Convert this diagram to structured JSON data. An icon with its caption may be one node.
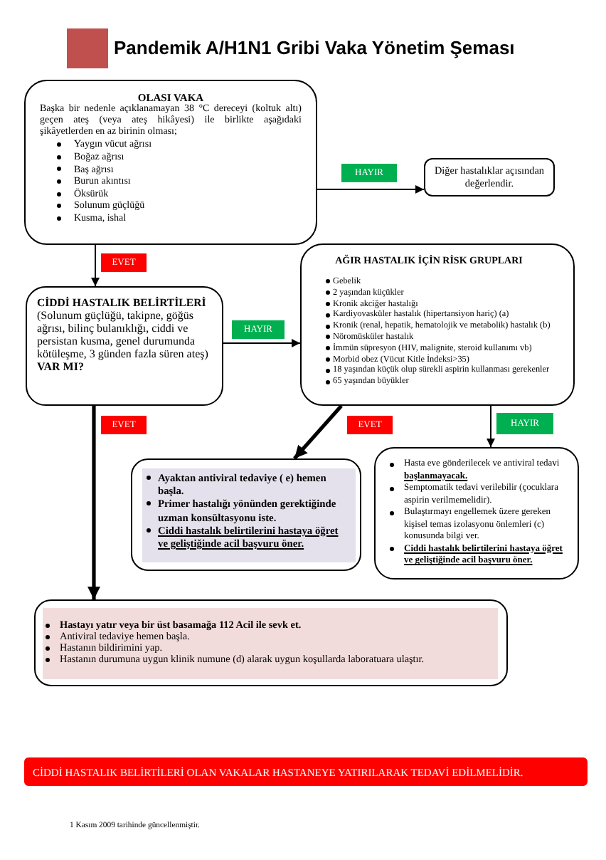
{
  "diagram": {
    "title": "Pandemik A/H1N1 Gribi Vaka Yönetim Şeması",
    "nodes": [
      {
        "text": [
          "OLASI VAKA",
          "Başka bir nedenle açıklanamayan 38 °C dereceyi (koltuk altı) geçen ateş (veya ateş hikâyesi) ile birlikte aşağıdaki şikâyetlerden en az birinin olması;",
          "Yaygın vücut ağrısı",
          "Boğaz ağrısı",
          "Baş ağrısı",
          "Burun akıntısı",
          "Öksürük",
          "Solunum güçlüğü",
          "Kusma, ishal"
        ]
      },
      {
        "text": [
          "Diğer hastalıklar açısından değerlendir."
        ]
      },
      {
        "text": [
          "CİDDİ HASTALIK BELİRTİLERİ",
          "(Solunum güçlüğü, takipne, göğüs ağrısı, bilinç bulanıklığı, ciddi ve persistan kusma, genel durumunda kötüleşme, 3 günden fazla süren ateş)",
          "VAR MI?"
        ]
      },
      {
        "text": [
          "AĞIR HASTALIK İÇİN RİSK GRUPLARI",
          "Gebelik",
          "2 yaşından küçükler",
          "Kronik akciğer hastalığı",
          "Kardiyovasküler hastalık (hipertansiyon hariç) (a)",
          "Kronik (renal, hepatik, hematolojik ve metabolik) hastalık (b)",
          "Nöromüsküler hastalık",
          "İmmün süpresyon (HIV, malignite, steroid kullanımı vb)",
          "Morbid obez (Vücut Kitle İndeksi>35)",
          "18 yaşından küçük olup sürekli aspirin kullanması gerekenler",
          "65 yaşından büyükler"
        ]
      },
      {
        "text": [
          "Ayaktan antiviral tedaviye ( e) hemen başla.",
          "Primer hastalığı yönünden gerektiğinde uzman konsültasyonu iste.",
          "Ciddi hastalık belirtilerini hastaya öğret ve geliştiğinde acil başvuru öner."
        ]
      },
      {
        "text": [
          "Hasta eve gönderilecek ve antiviral tedavi **başlanmayacak.**",
          "Semptomatik tedavi verilebilir (çocuklara aspirin verilmemelidir).",
          "Bulaştırmayı engellemek üzere gereken kişisel temas izolasyonu önlemleri (c) konusunda bilgi ver.",
          "Ciddi hastalık belirtilerini hastaya öğret ve geliştiğinde acil başvuru öner."
        ]
      },
      {
        "text": [
          "Hastayı yatır veya bir üst basamağa 112 Acil ile sevk et.",
          "Antiviral tedaviye hemen başla.",
          "Hastanın bildirimini yap.",
          "Hastanın durumuna uygun klinik numune (d) alarak uygun koşullarda laboratuara ulaştır."
        ]
      },
      {
        "text": [
          "CİDDİ HASTALIK BELİRTİLERİ OLAN VAKALAR HASTANEYE YATIRILARAK TEDAVİ EDİLMELİDİR."
        ]
      }
    ],
    "edges": [
      {
        "from": 0,
        "to": 1,
        "arrow": "to",
        "label": "HAYIR"
      },
      {
        "from": 0,
        "to": 2,
        "arrow": "to",
        "label": "EVET"
      },
      {
        "from": 2,
        "to": 3,
        "arrow": "to",
        "label": "HAYIR"
      },
      {
        "from": 2,
        "to": 6,
        "arrow": "to",
        "label": "EVET",
        "style": "thick"
      },
      {
        "from": 3,
        "to": 4,
        "arrow": "to",
        "label": "EVET",
        "style": "thick"
      },
      {
        "from": 3,
        "to": 5,
        "arrow": "to",
        "label": "HAYIR"
      }
    ],
    "labels": [
      "1 Kasım 2009 tarihinde güncellenmiştir."
    ]
  }
}
